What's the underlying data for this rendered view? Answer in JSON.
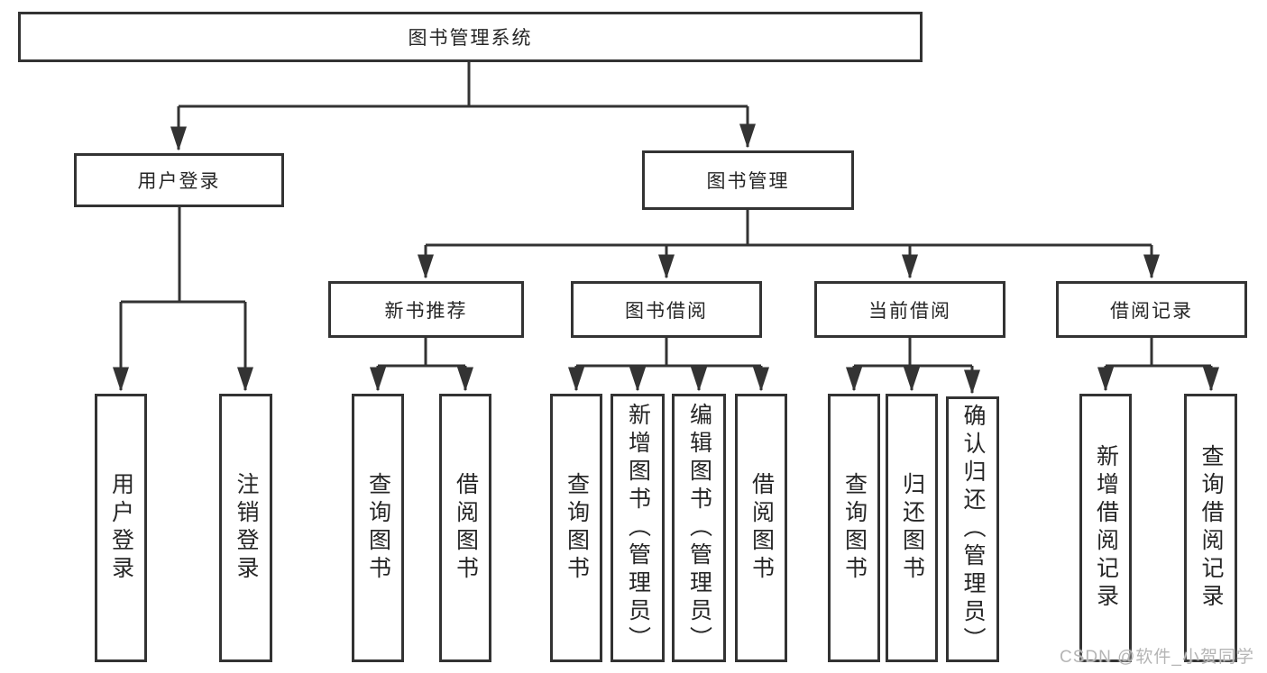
{
  "tree": {
    "label": "图书管理系统",
    "children": [
      {
        "label": "用户登录",
        "children": [
          {
            "label": "用户登录"
          },
          {
            "label": "注销登录"
          }
        ]
      },
      {
        "label": "图书管理",
        "children": [
          {
            "label": "新书推荐",
            "children": [
              {
                "label": "查询图书"
              },
              {
                "label": "借阅图书"
              }
            ]
          },
          {
            "label": "图书借阅",
            "children": [
              {
                "label": "查询图书"
              },
              {
                "label": "新增图书（管理员）"
              },
              {
                "label": "编辑图书（管理员）"
              },
              {
                "label": "借阅图书"
              }
            ]
          },
          {
            "label": "当前借阅",
            "children": [
              {
                "label": "查询图书"
              },
              {
                "label": "归还图书"
              },
              {
                "label": "确认归还（管理员）"
              }
            ]
          },
          {
            "label": "借阅记录",
            "children": [
              {
                "label": "新增借阅记录"
              },
              {
                "label": "查询借阅记录"
              }
            ]
          }
        ]
      }
    ]
  },
  "colors": {
    "line": "#333333",
    "text": "#262626",
    "watermark": "#b5b5b5"
  },
  "watermark": "CSDN @软件_小贺同学"
}
